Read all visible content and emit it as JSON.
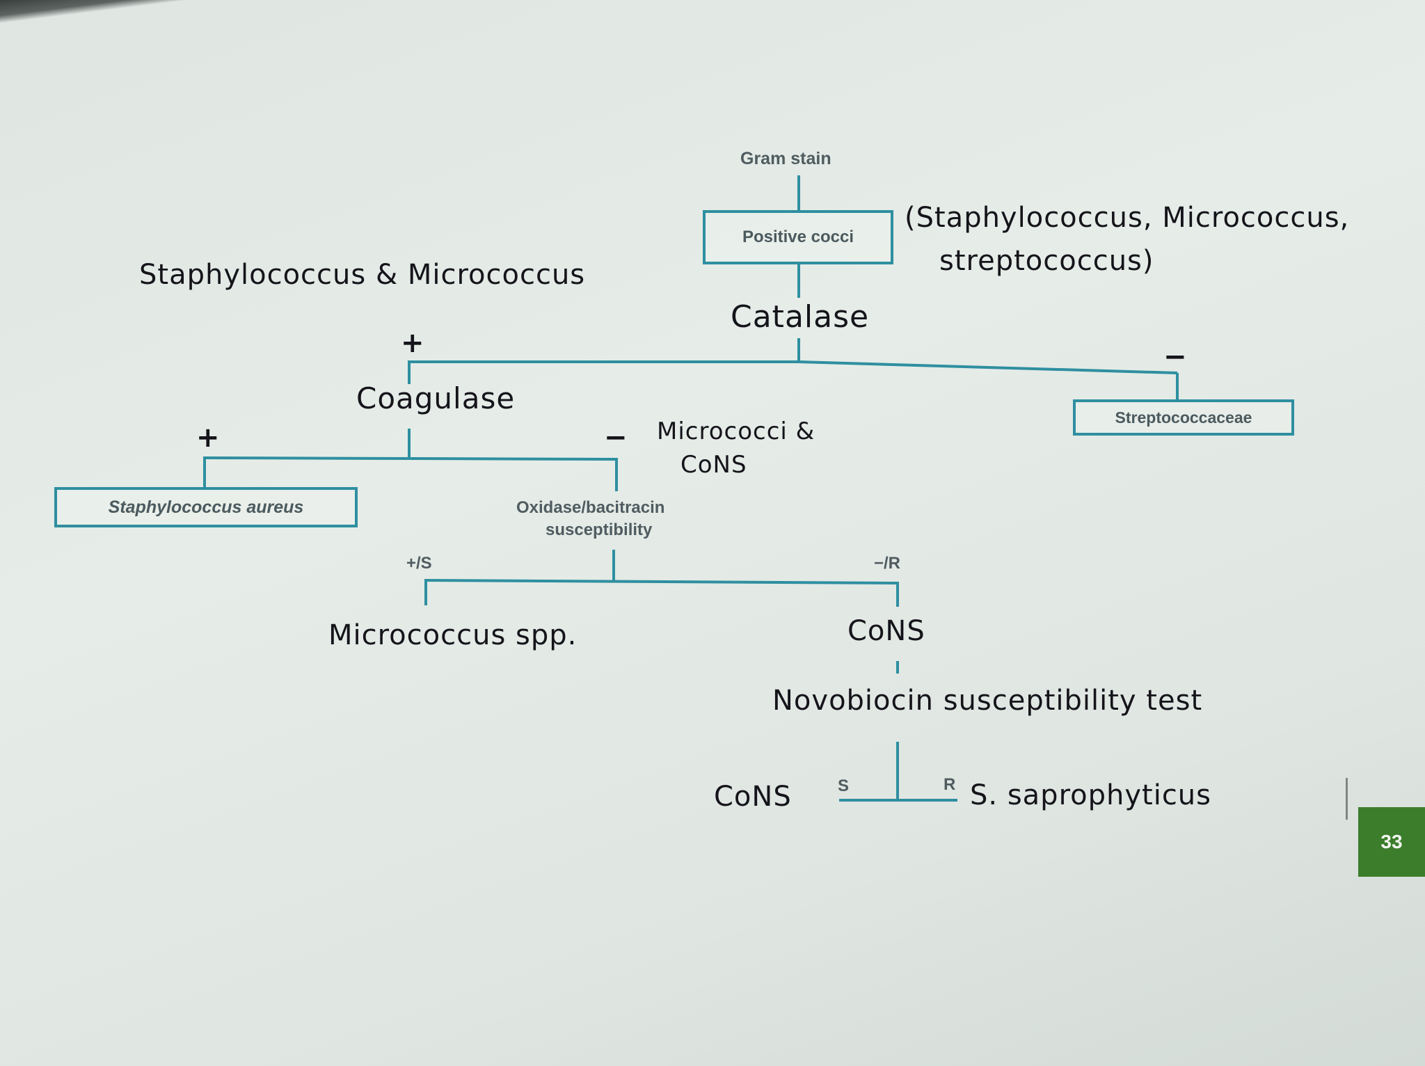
{
  "nodes": {
    "gram_stain": "Gram stain",
    "positive_cocci": "Positive cocci",
    "catalase": "Catalase",
    "coagulase": "Coagulase",
    "streptococcaceae": "Streptococcaceae",
    "staph_aureus": "Staphylococcus aureus",
    "oxidase_line1": "Oxidase/bacitracin",
    "oxidase_line2": "susceptibility",
    "micrococcus_spp": "Micrococcus spp.",
    "cons_mid": "CoNS",
    "novobiocin": "Novobiocin susceptibility test",
    "cons_bottom": "CoNS",
    "saprophyticus": "S. saprophyticus"
  },
  "annotations": {
    "cocci_types_line1": "(Staphylococcus, Micrococcus,",
    "cocci_types_line2": "streptococcus)",
    "staph_micro": "Staphylococcus & Micrococcus",
    "micrococci_line1": "Micrococci &",
    "micrococci_line2": "CoNS"
  },
  "edge_labels": {
    "catalase_pos": "+",
    "catalase_neg": "−",
    "coagulase_pos": "+",
    "coagulase_neg": "−",
    "oxidase_pos": "+/S",
    "oxidase_neg": "−/R",
    "novo_s": "S",
    "novo_r": "R"
  },
  "page_number": "33",
  "colors": {
    "line": "#2e8fa0",
    "badge": "#3c7d2c",
    "handwriting": "#14141a"
  }
}
